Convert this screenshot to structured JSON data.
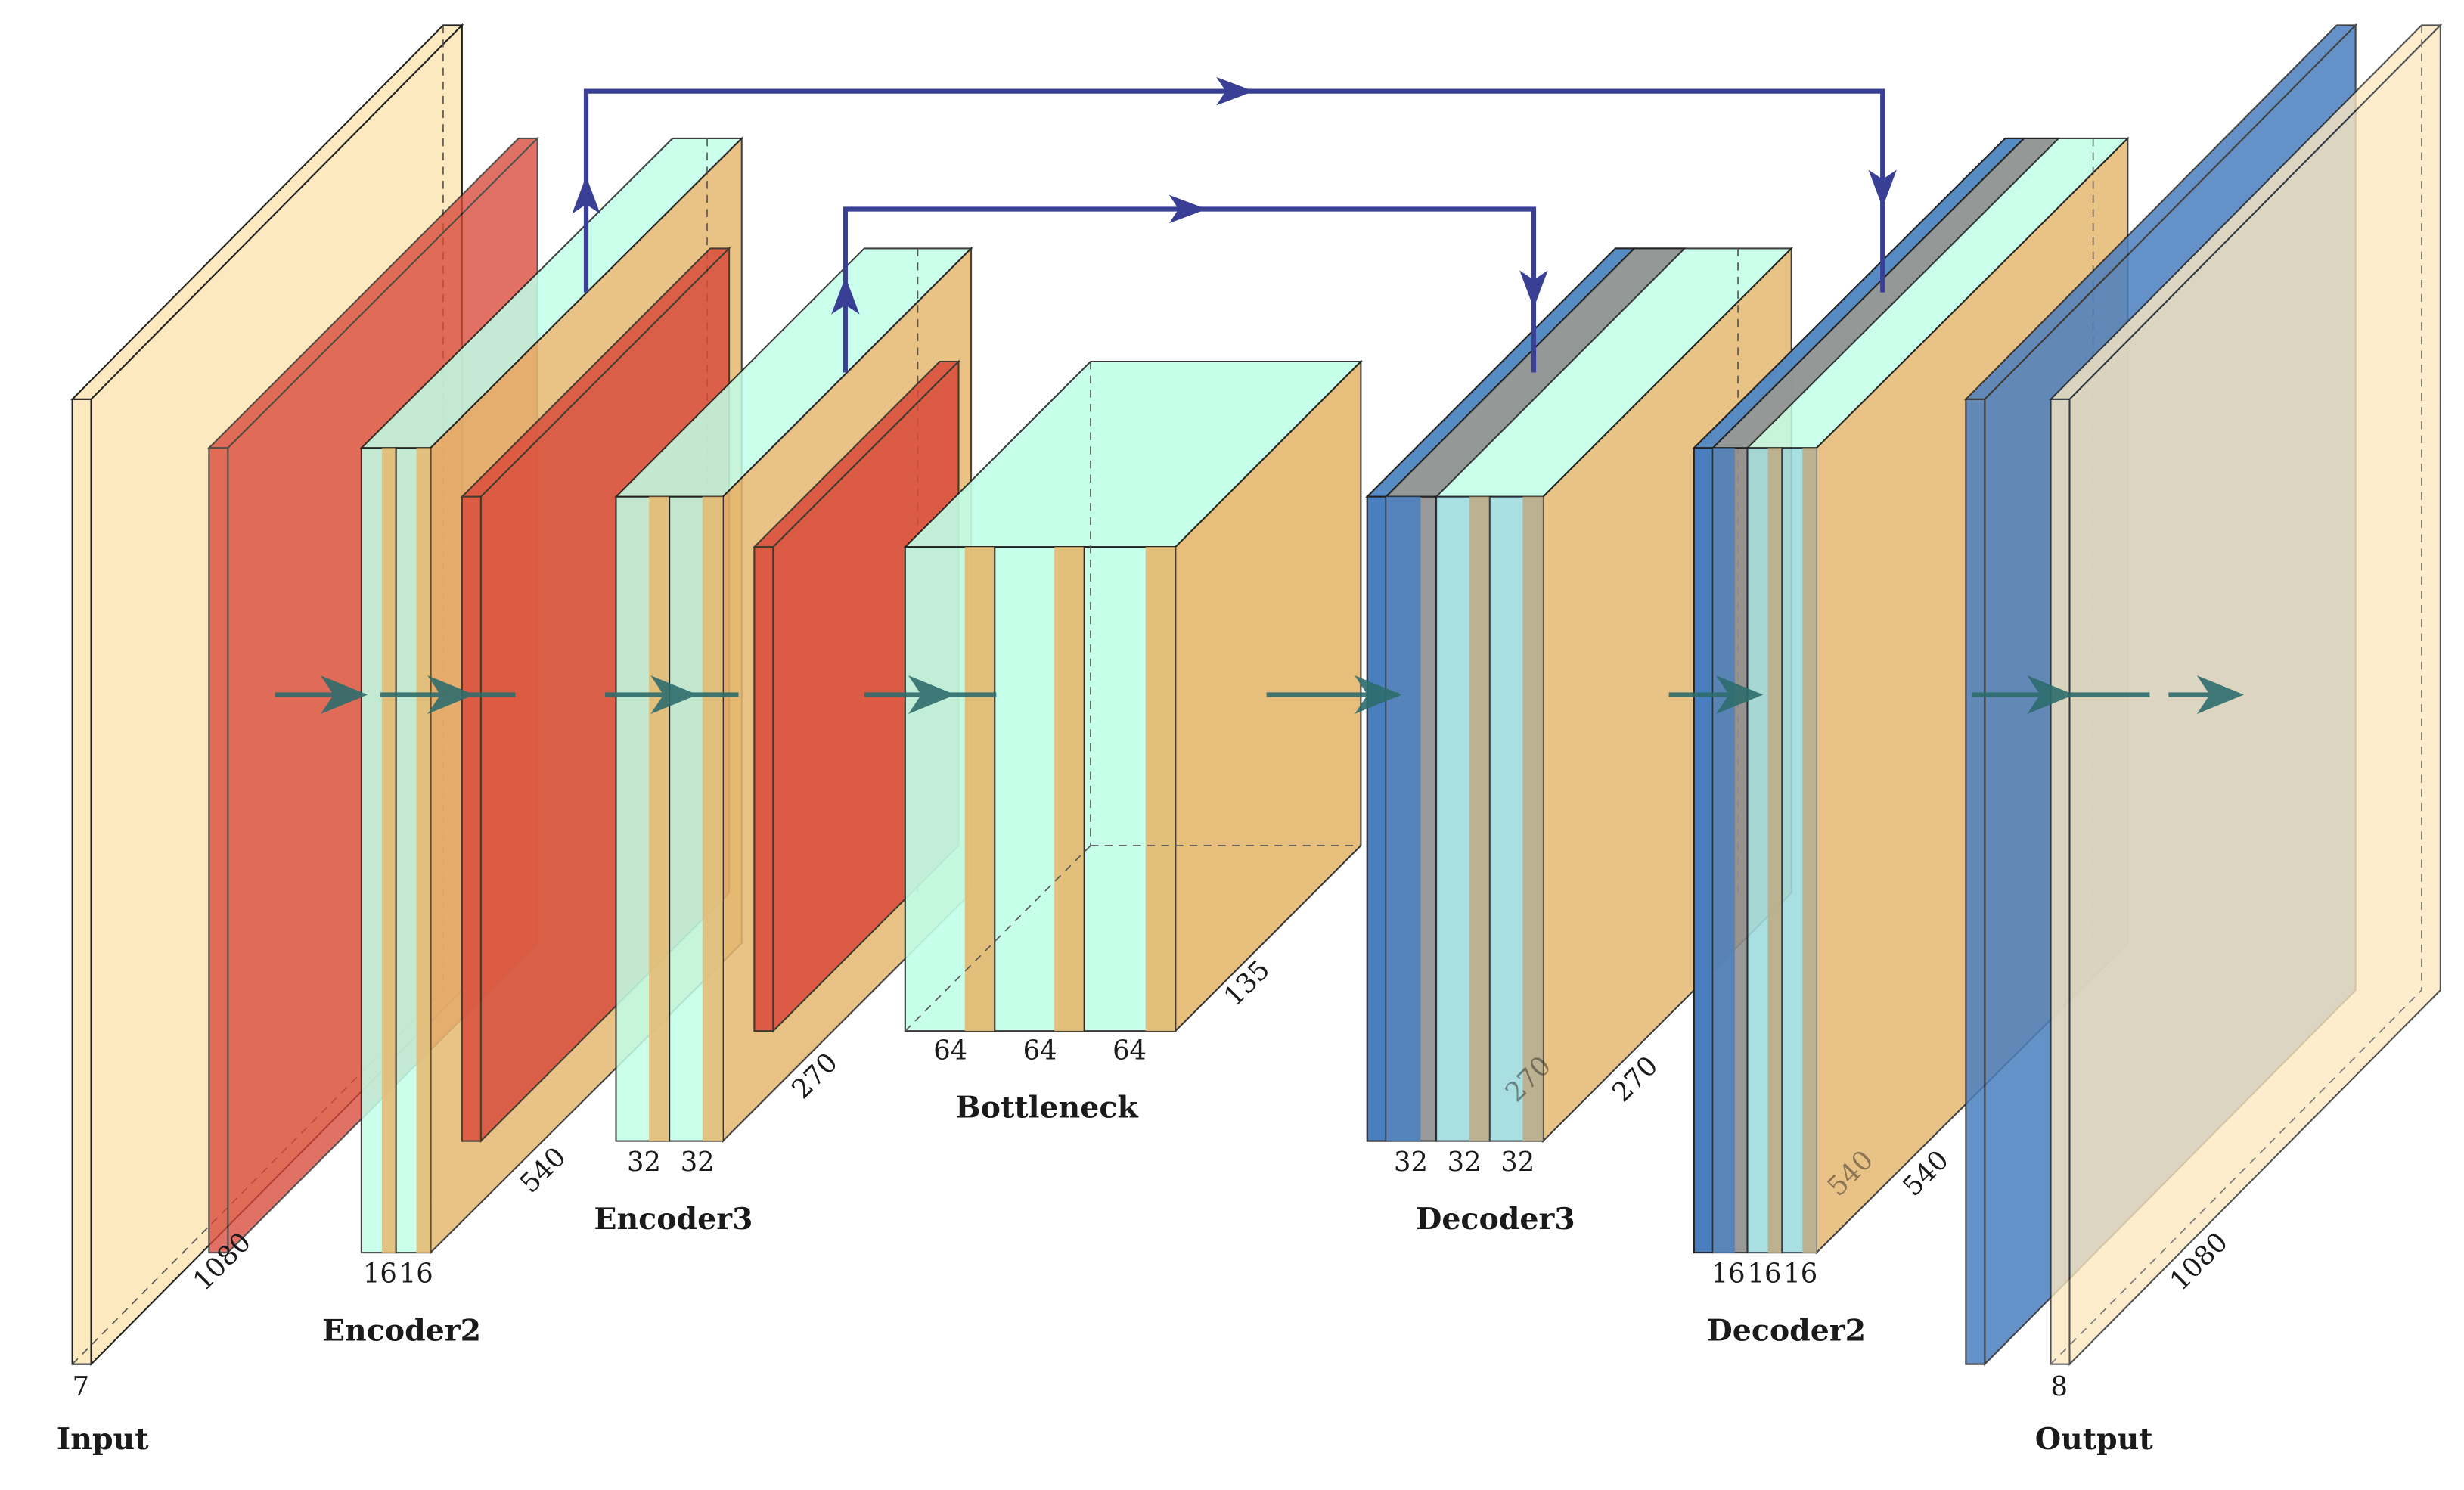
{
  "labels": {
    "input": "Input",
    "encoder2": "Encoder2",
    "encoder3": "Encoder3",
    "bottleneck": "Bottleneck",
    "decoder3": "Decoder3",
    "decoder2": "Decoder2",
    "output": "Output"
  },
  "dims": {
    "input_channels": "7",
    "input_size": "1080",
    "enc2_ch1": "16",
    "enc2_ch2": "16",
    "enc2_size": "540",
    "enc3_ch1": "32",
    "enc3_ch2": "32",
    "enc3_size": "270",
    "bott_ch1": "64",
    "bott_ch2": "64",
    "bott_ch3": "64",
    "bott_size": "135",
    "dec3_ch1": "32",
    "dec3_ch2": "32",
    "dec3_ch3": "32",
    "dec3_size_inner": "270",
    "dec3_size": "270",
    "dec2_ch1": "16",
    "dec2_ch2": "16",
    "dec2_ch3": "16",
    "dec2_size_inner": "540",
    "dec2_size": "540",
    "output_channels": "8",
    "output_size": "1080"
  },
  "colors": {
    "input": "#fde9c0",
    "pool": "#d94a3a",
    "conv": "#c0ffe8",
    "relu": "#e6b870",
    "deconv": "#4a7fbf",
    "concat": "#8f8f8f",
    "skip": "#3a3f96",
    "flow": "#2e6d6d"
  }
}
